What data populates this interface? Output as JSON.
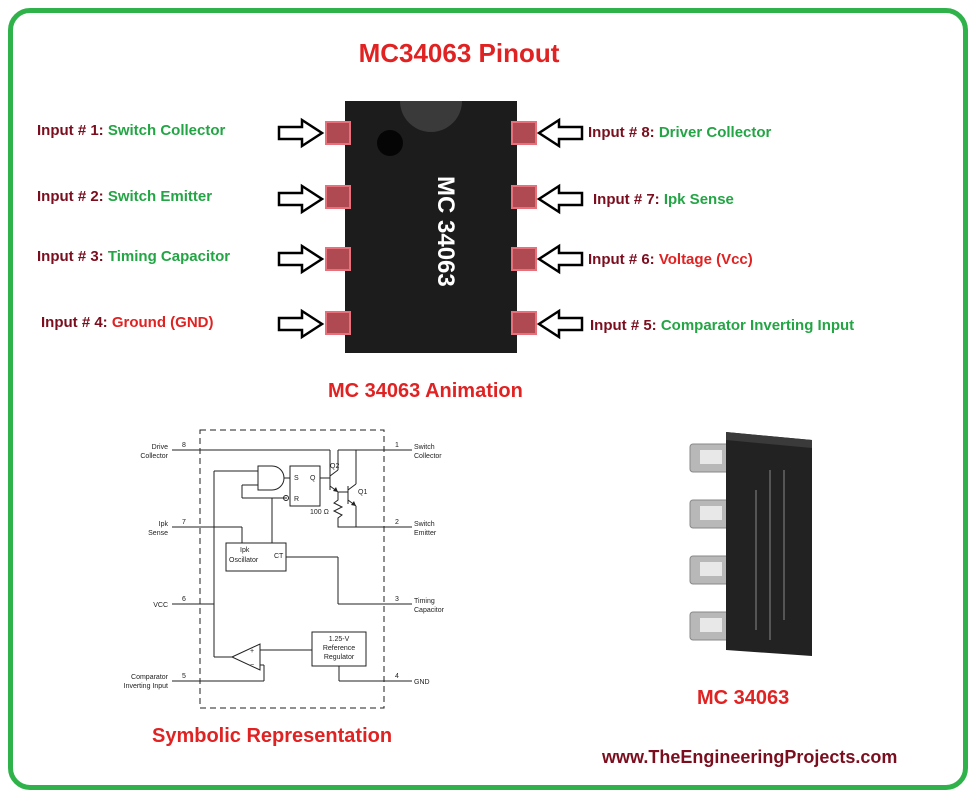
{
  "title": "MC34063 Pinout",
  "chip_marking": "MC 34063",
  "pins_left": [
    {
      "prefix": "Input # 1:",
      "name": "Switch Collector",
      "color": "#23a545"
    },
    {
      "prefix": "Input # 2:",
      "name": "Switch Emitter",
      "color": "#23a545"
    },
    {
      "prefix": "Input # 3:",
      "name": "Timing Capacitor",
      "color": "#23a545"
    },
    {
      "prefix": "Input # 4:",
      "name": "Ground (GND)",
      "color": "#e02222"
    }
  ],
  "pins_right": [
    {
      "prefix": "Input # 8:",
      "name": "Driver Collector",
      "color": "#23a545"
    },
    {
      "prefix": "Input # 7:",
      "name": "Ipk Sense",
      "color": "#23a545"
    },
    {
      "prefix": "Input # 6:",
      "name": "Voltage (Vcc)",
      "color": "#e02222"
    },
    {
      "prefix": "Input # 5:",
      "name": "Comparator Inverting Input",
      "color": "#23a545"
    }
  ],
  "animation_caption": "MC 34063 Animation",
  "schematic": {
    "caption": "Symbolic Representation",
    "left_labels": {
      "drive": "Drive",
      "collector": "Collector",
      "ipk": "Ipk",
      "sense": "Sense",
      "vcc": "VCC",
      "comp1": "Comparator",
      "comp2": "Inverting Input"
    },
    "right_labels": {
      "switch1": "Switch",
      "collector": "Collector",
      "switch2": "Switch",
      "emitter": "Emitter",
      "timing1": "Timing",
      "timing2": "Capacitor",
      "gnd": "GND"
    },
    "pin_numbers": {
      "p8": "8",
      "p7": "7",
      "p6": "6",
      "p5": "5",
      "p1": "1",
      "p2": "2",
      "p3": "3",
      "p4": "4"
    },
    "blocks": {
      "s": "S",
      "q": "Q",
      "r": "R",
      "q2": "Q2",
      "q1": "Q1",
      "res": "100 Ω",
      "osc1": "Ipk",
      "osc2": "Oscillator",
      "ct": "CT",
      "ref1": "1.25-V",
      "ref2": "Reference",
      "ref3": "Regulator",
      "plus": "+",
      "minus": "−"
    }
  },
  "photo_caption": "MC 34063",
  "website": "www.TheEngineeringProjects.com"
}
